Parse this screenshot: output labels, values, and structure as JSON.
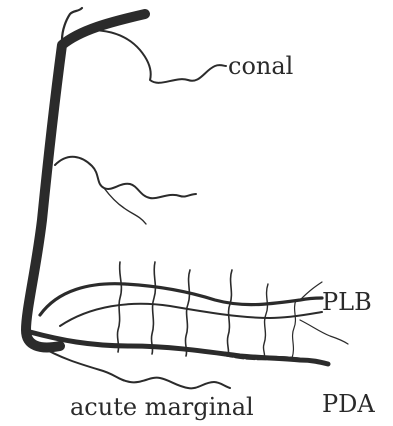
{
  "labels": {
    "conal": "conal",
    "plb": "PLB",
    "pda": "PDA",
    "acute_marginal": "acute marginal"
  },
  "colors": {
    "vessel": "#2b2b2b",
    "background": "#ffffff"
  }
}
